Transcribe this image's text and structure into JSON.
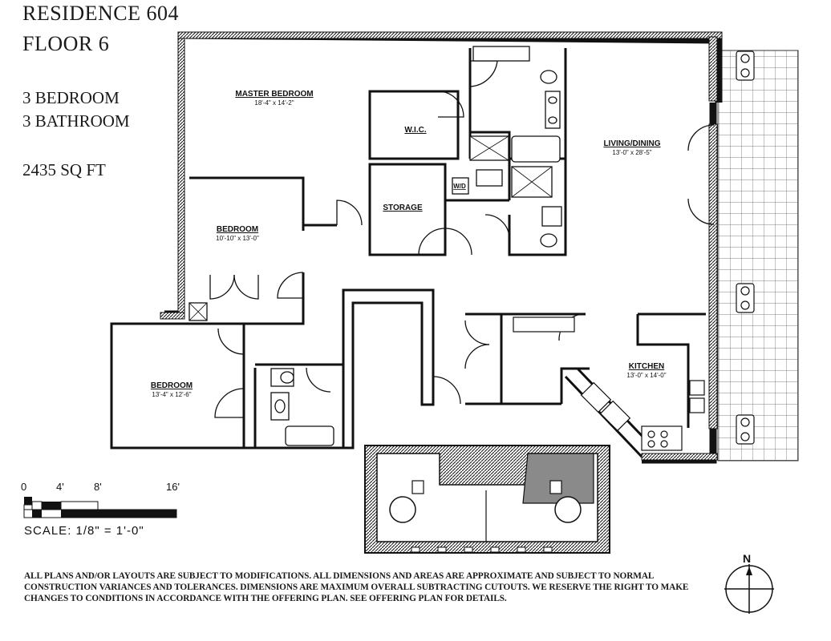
{
  "header": {
    "title": "RESIDENCE 604",
    "floor": "FLOOR 6",
    "bedrooms": "3 BEDROOM",
    "bathrooms": "3 BATHROOM",
    "area": "2435 SQ FT"
  },
  "rooms": {
    "master_bedroom": {
      "name": "MASTER BEDROOM",
      "dims": "18'-4\" x 14'-2\""
    },
    "wic": {
      "name": "W.I.C."
    },
    "storage": {
      "name": "STORAGE"
    },
    "wd": {
      "name": "W/D"
    },
    "living_dining": {
      "name": "LIVING/DINING",
      "dims": "13'-0\" x 28'-5\""
    },
    "bedroom_2": {
      "name": "BEDROOM",
      "dims": "10'-10\" x 13'-0\""
    },
    "bedroom_3": {
      "name": "BEDROOM",
      "dims": "13'-4\" x 12'-6\""
    },
    "kitchen": {
      "name": "KITCHEN",
      "dims": "13'-0\" x 14'-0\""
    }
  },
  "scale": {
    "ticks": [
      "0",
      "4'",
      "8'",
      "16'"
    ],
    "text": "SCALE: 1/8\" = 1'-0\""
  },
  "disclaimer": "ALL PLANS AND/OR LAYOUTS ARE SUBJECT TO MODIFICATIONS. ALL DIMENSIONS AND AREAS ARE APPROXIMATE AND SUBJECT TO NORMAL CONSTRUCTION VARIANCES AND TOLERANCES. DIMENSIONS ARE MAXIMUM OVERALL SUBTRACTING CUTOUTS. WE RESERVE THE RIGHT TO MAKE CHANGES TO CONDITIONS IN ACCORDANCE WITH THE OFFERING PLAN. SEE OFFERING PLAN FOR DETAILS.",
  "compass": {
    "label": "N"
  },
  "colors": {
    "ink": "#111111",
    "wall_fill": "#2a2a2a",
    "shaded_area": "#8a8a8a"
  }
}
